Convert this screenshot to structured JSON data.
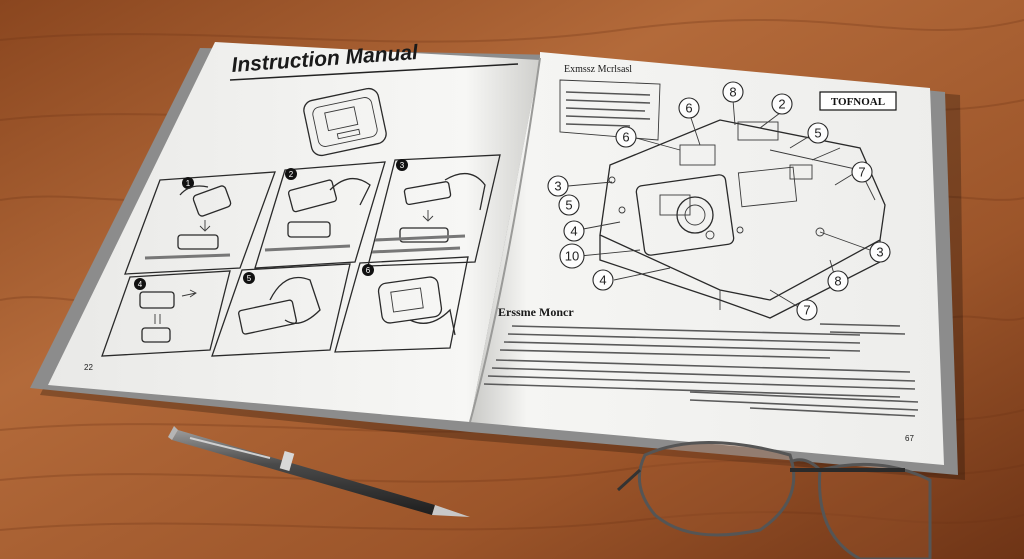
{
  "left_page": {
    "title": "Instruction Manual",
    "step_labels": [
      "1",
      "2",
      "3",
      "4",
      "5",
      "6"
    ],
    "page_number": "22"
  },
  "right_page": {
    "header": "Exmssz Mcrlsasl",
    "brand_label": "TOFNOAL",
    "section_title": "Erssme Moncr",
    "callouts": [
      "8",
      "2",
      "6",
      "5",
      "6",
      "7",
      "3",
      "5",
      "4",
      "10",
      "4",
      "3",
      "8",
      "7"
    ],
    "page_number": "67"
  },
  "colors": {
    "wood_light": "#b8703f",
    "wood_dark": "#7a3d1c",
    "paper": "#f4f4f2",
    "ink": "#1a1a1a",
    "cover": "#8c8c8c"
  }
}
